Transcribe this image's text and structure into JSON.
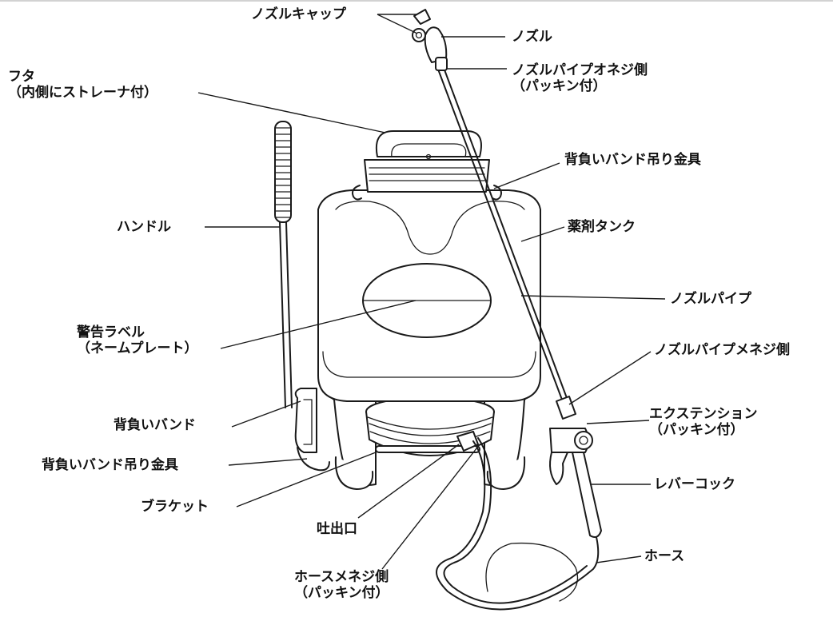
{
  "labels": {
    "nozzle_cap": "ノズルキャップ",
    "nozzle": "ノズル",
    "nozzle_pipe_male": "ノズルパイプオネジ側",
    "nozzle_pipe_male_note": "（パッキン付）",
    "lid": "フタ",
    "lid_note": "（内側にストレーナ付）",
    "strap_fitting_top": "背負いバンド吊り金具",
    "tank": "薬剤タンク",
    "handle": "ハンドル",
    "nozzle_pipe": "ノズルパイプ",
    "warning_label": "警告ラベル",
    "warning_label_note": "（ネームプレート）",
    "nozzle_pipe_female": "ノズルパイプメネジ側",
    "strap": "背負いバンド",
    "extension": "エクステンション",
    "extension_note": "（パッキン付）",
    "strap_fitting_bottom": "背負いバンド吊り金具",
    "lever_cock": "レバーコック",
    "bracket": "ブラケット",
    "outlet": "吐出口",
    "hose": "ホース",
    "hose_female": "ホースメネジ側",
    "hose_female_note": "（パッキン付）"
  }
}
